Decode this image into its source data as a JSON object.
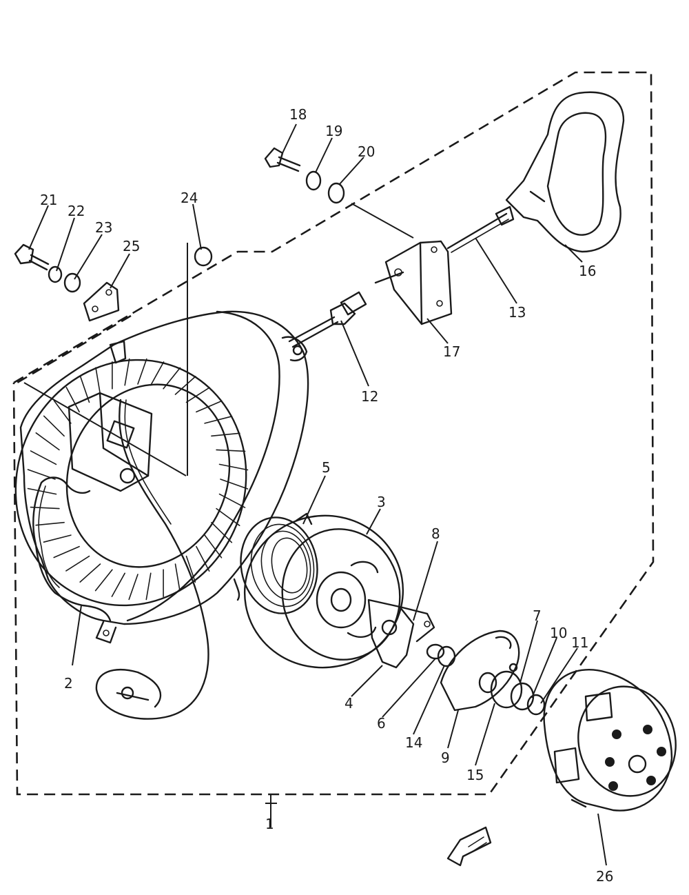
{
  "callouts": [
    {
      "id": "1",
      "text": "1"
    },
    {
      "id": "2",
      "text": "2"
    },
    {
      "id": "3",
      "text": "3"
    },
    {
      "id": "4",
      "text": "4"
    },
    {
      "id": "5",
      "text": "5"
    },
    {
      "id": "6",
      "text": "6"
    },
    {
      "id": "7",
      "text": "7"
    },
    {
      "id": "8",
      "text": "8"
    },
    {
      "id": "9",
      "text": "9"
    },
    {
      "id": "10",
      "text": "10"
    },
    {
      "id": "11",
      "text": "11"
    },
    {
      "id": "12",
      "text": "12"
    },
    {
      "id": "13",
      "text": "13"
    },
    {
      "id": "14",
      "text": "14"
    },
    {
      "id": "15",
      "text": "15"
    },
    {
      "id": "16",
      "text": "16"
    },
    {
      "id": "17",
      "text": "17"
    },
    {
      "id": "18",
      "text": "18"
    },
    {
      "id": "19",
      "text": "19"
    },
    {
      "id": "20",
      "text": "20"
    },
    {
      "id": "21",
      "text": "21"
    },
    {
      "id": "22",
      "text": "22"
    },
    {
      "id": "23",
      "text": "23"
    },
    {
      "id": "24",
      "text": "24"
    },
    {
      "id": "25",
      "text": "25"
    },
    {
      "id": "26",
      "text": "26"
    }
  ],
  "icons": {
    "front_indicator": "front-arrow-icon"
  }
}
